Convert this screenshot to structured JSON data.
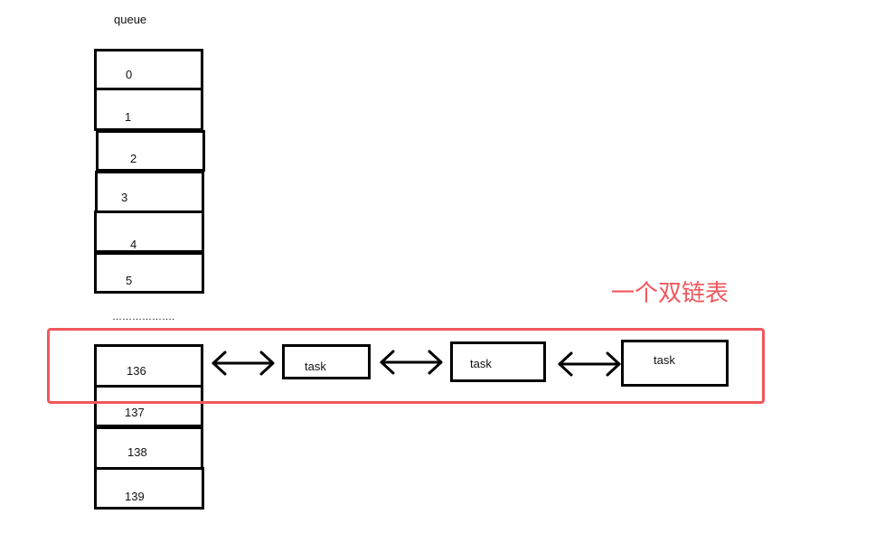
{
  "queue": {
    "title": "queue",
    "top_cells": [
      "0",
      "1",
      "2",
      "3",
      "4",
      "5"
    ],
    "ellipsis": "……………….",
    "bottom_cells": [
      "136",
      "137",
      "138",
      "139"
    ]
  },
  "linked_list": {
    "nodes": [
      "task",
      "task",
      "task"
    ],
    "arrow_type": "double-headed"
  },
  "annotation": {
    "text": "一个双链表",
    "color": "#f0575c"
  }
}
